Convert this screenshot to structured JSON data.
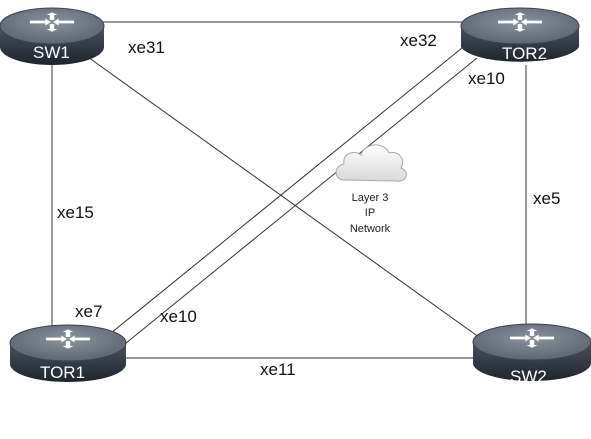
{
  "routers": {
    "sw1": "SW1",
    "tor2": "TOR2",
    "tor1": "TOR1",
    "sw2": "SW2"
  },
  "links": {
    "sw1_tor2_a": "xe31",
    "sw1_tor2_b": "xe32",
    "tor2_tor1": "xe10",
    "sw1_tor1": "xe15",
    "tor2_sw2": "xe5",
    "tor1_tor2": "xe7",
    "tor1_tor2_b": "xe10",
    "tor1_sw2": "xe11"
  },
  "cloud": {
    "line1": "Layer 3",
    "line2": "IP",
    "line3": "Network"
  },
  "colors": {
    "router_top": "#6b7380",
    "router_side": "#2f3540",
    "line": "#333333"
  }
}
